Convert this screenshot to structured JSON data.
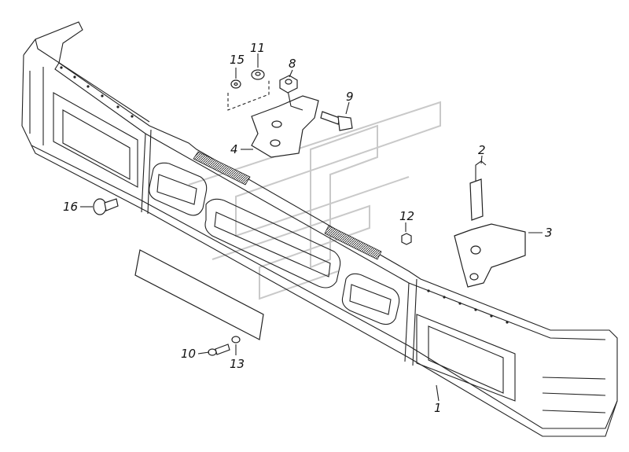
{
  "diagram": {
    "labels": [
      {
        "id": "1",
        "text": "1"
      },
      {
        "id": "2",
        "text": "2"
      },
      {
        "id": "3",
        "text": "3"
      },
      {
        "id": "4",
        "text": "4"
      },
      {
        "id": "8",
        "text": "8"
      },
      {
        "id": "9",
        "text": "9"
      },
      {
        "id": "10",
        "text": "10"
      },
      {
        "id": "11",
        "text": "11"
      },
      {
        "id": "12",
        "text": "12"
      },
      {
        "id": "13",
        "text": "13"
      },
      {
        "id": "15",
        "text": "15"
      },
      {
        "id": "16",
        "text": "16"
      }
    ]
  }
}
